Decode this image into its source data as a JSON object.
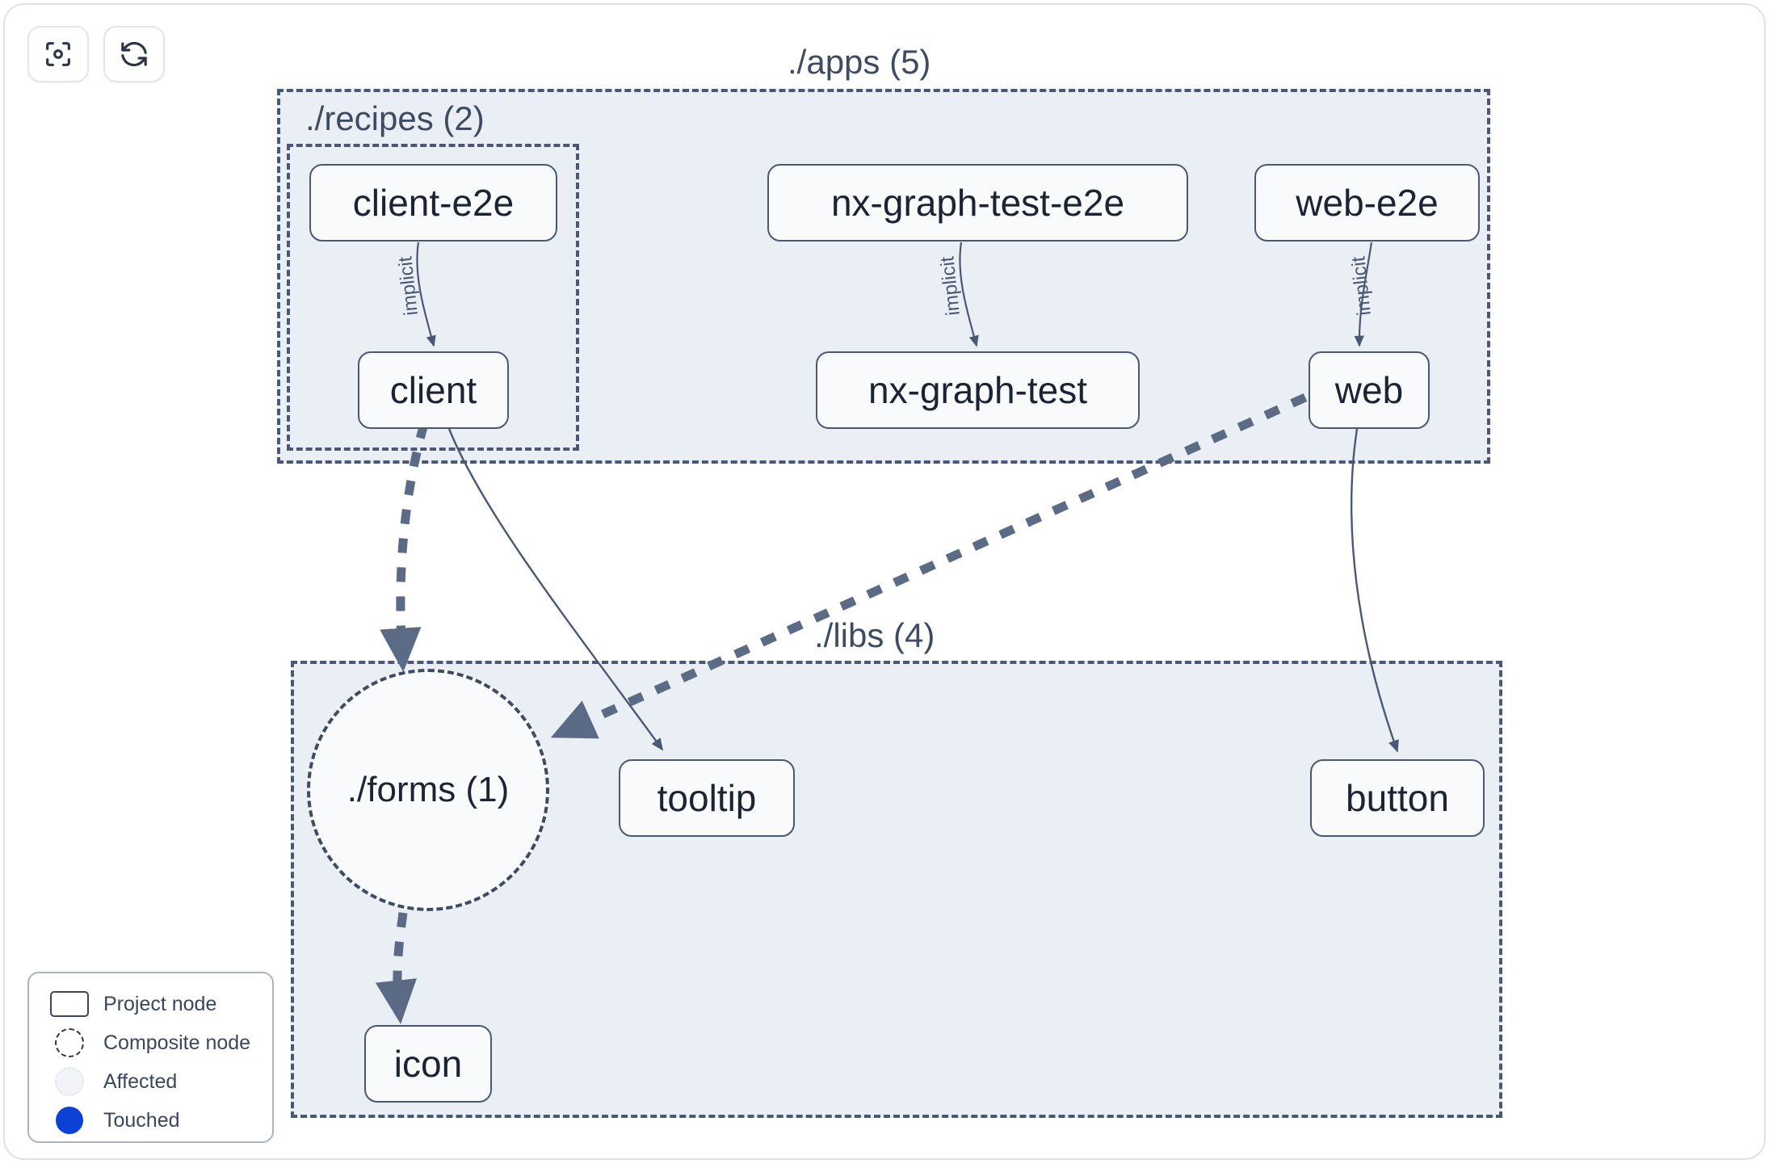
{
  "toolbar": {
    "buttons": [
      {
        "name": "focus-graph-button",
        "icon": "focus-target-icon",
        "label": ""
      },
      {
        "name": "refresh-graph-button",
        "icon": "refresh-icon",
        "label": ""
      }
    ]
  },
  "graph": {
    "groups": [
      {
        "id": "apps",
        "label": "./apps (5)"
      },
      {
        "id": "recipes",
        "label": "./recipes (2)"
      },
      {
        "id": "libs",
        "label": "./libs (4)"
      }
    ],
    "nodes": [
      {
        "id": "client-e2e",
        "label": "client-e2e",
        "type": "project"
      },
      {
        "id": "nx-graph-test-e2e",
        "label": "nx-graph-test-e2e",
        "type": "project"
      },
      {
        "id": "web-e2e",
        "label": "web-e2e",
        "type": "project"
      },
      {
        "id": "client",
        "label": "client",
        "type": "project"
      },
      {
        "id": "nx-graph-test",
        "label": "nx-graph-test",
        "type": "project"
      },
      {
        "id": "web",
        "label": "web",
        "type": "project"
      },
      {
        "id": "forms",
        "label": "./forms (1)",
        "type": "composite"
      },
      {
        "id": "tooltip",
        "label": "tooltip",
        "type": "project"
      },
      {
        "id": "button",
        "label": "button",
        "type": "project"
      },
      {
        "id": "icon",
        "label": "icon",
        "type": "project"
      }
    ],
    "edges": [
      {
        "from": "client-e2e",
        "to": "client",
        "label": "implicit",
        "style": "solid-thin"
      },
      {
        "from": "nx-graph-test-e2e",
        "to": "nx-graph-test",
        "label": "implicit",
        "style": "solid-thin"
      },
      {
        "from": "web-e2e",
        "to": "web",
        "label": "implicit",
        "style": "solid-thin"
      },
      {
        "from": "client",
        "to": "forms",
        "label": "",
        "style": "dashed-thick"
      },
      {
        "from": "client",
        "to": "tooltip",
        "label": "",
        "style": "solid-thin"
      },
      {
        "from": "web",
        "to": "forms",
        "label": "",
        "style": "dashed-thick"
      },
      {
        "from": "web",
        "to": "button",
        "label": "",
        "style": "solid-thin"
      },
      {
        "from": "forms",
        "to": "icon",
        "label": "",
        "style": "dashed-thick"
      }
    ]
  },
  "legend": {
    "items": [
      {
        "swatch": "project-node-swatch",
        "label": "Project node"
      },
      {
        "swatch": "composite-node-swatch",
        "label": "Composite node"
      },
      {
        "swatch": "affected-swatch",
        "label": "Affected"
      },
      {
        "swatch": "touched-swatch",
        "label": "Touched"
      }
    ]
  },
  "colors": {
    "group_fill": "#eaeff5",
    "group_border": "#4a5874",
    "node_fill": "#f8fafc",
    "node_border": "#4a5874",
    "node_text": "#1c2434",
    "edge": "#4a5874",
    "touched": "#0b41d4",
    "page_bg": "#ffffff"
  }
}
